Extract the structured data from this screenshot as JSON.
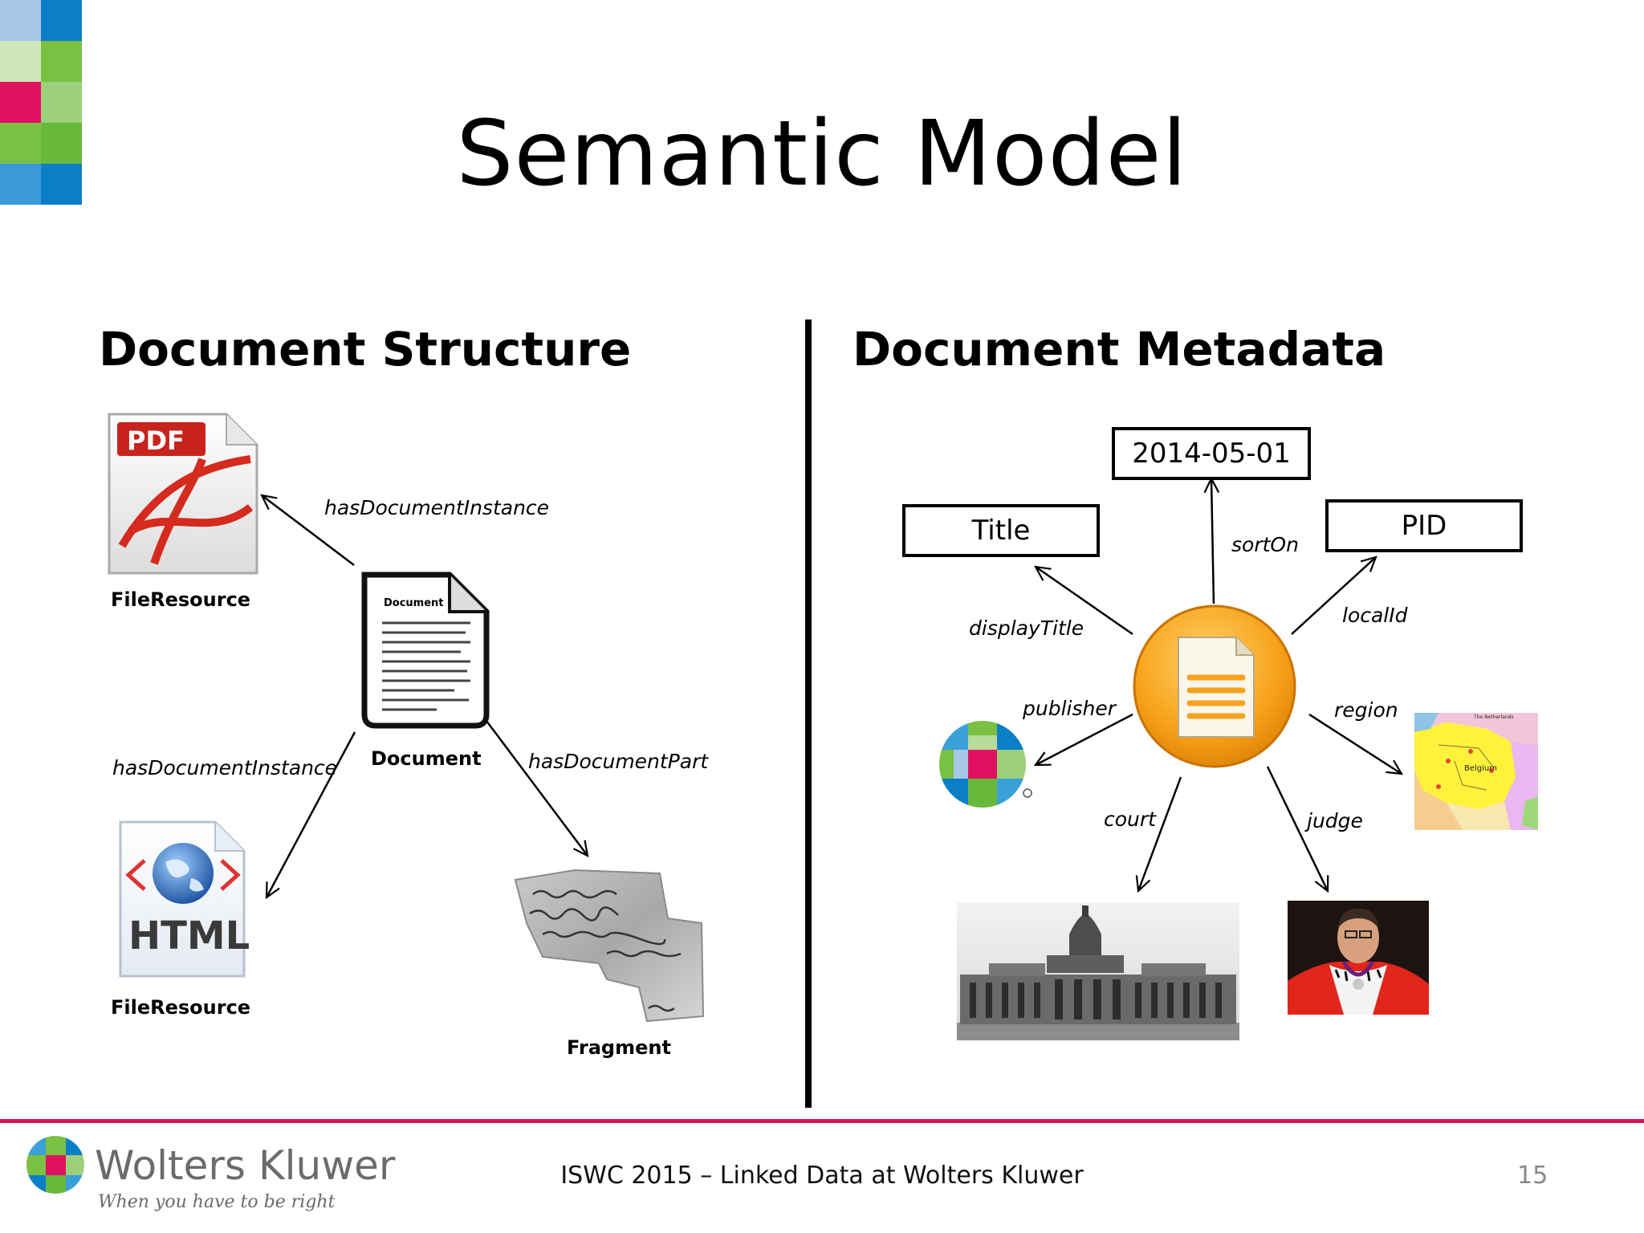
{
  "slide": {
    "title": "Semantic Model",
    "corner_colors": [
      "#a7c7e7",
      "#0a7fc8",
      "#cde6b8",
      "#7ac143",
      "#e0115f",
      "#9cd07a",
      "#7ac143",
      "#68b83c",
      "#3a9ad9",
      "#0a7fc8"
    ]
  },
  "left": {
    "heading": "Document Structure",
    "nodes": {
      "pdf_label": "FileResource",
      "pdf_icon_text": "PDF",
      "document_label": "Document",
      "document_icon_text": "Document",
      "html_label": "FileResource",
      "html_icon_text": "HTML",
      "fragment_label": "Fragment"
    },
    "edges": {
      "to_pdf": "hasDocumentInstance",
      "to_html": "hasDocumentInstance",
      "to_fragment": "hasDocumentPart"
    }
  },
  "right": {
    "heading": "Document Metadata",
    "boxes": {
      "date": "2014-05-01",
      "title": "Title",
      "pid": "PID"
    },
    "edges": {
      "sort_on": "sortOn",
      "display_title": "displayTitle",
      "local_id": "localId",
      "publisher": "publisher",
      "region": "region",
      "court": "court",
      "judge": "judge"
    },
    "map_labels": {
      "belgium": "Belgium",
      "netherlands": "The Netherlands"
    }
  },
  "footer": {
    "text": "ISWC 2015 – Linked Data at Wolters Kluwer",
    "page_number": "15",
    "brand_name": "Wolters Kluwer",
    "brand_tagline": "When you have to be right",
    "accent_color": "#d4145a"
  }
}
